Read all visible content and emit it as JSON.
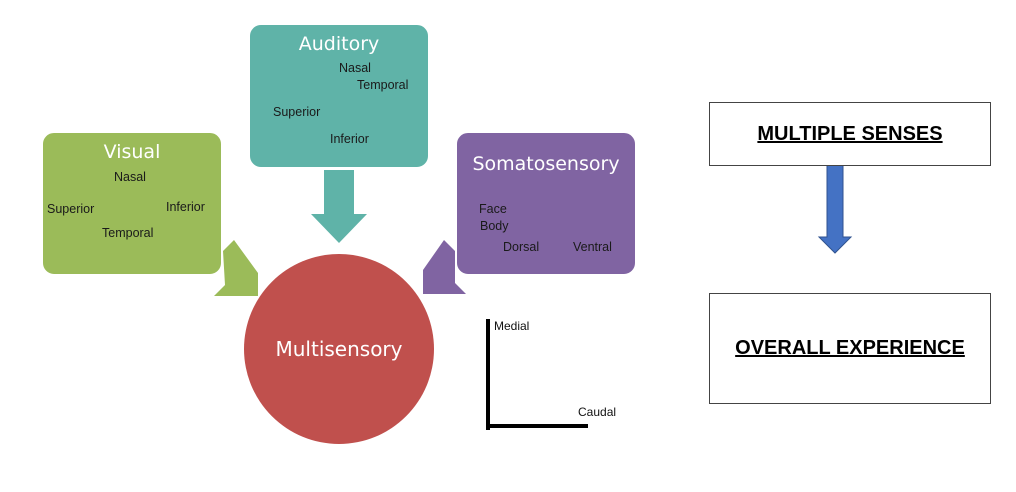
{
  "colors": {
    "visual": "#9bbb59",
    "auditory": "#5fb3a8",
    "somatosensory": "#8064a2",
    "multisensory": "#c0504d",
    "flow_arrow": "#4472c4"
  },
  "visual": {
    "title": "Visual",
    "labels": {
      "nasal": "Nasal",
      "superior": "Superior",
      "inferior": "Inferior",
      "temporal": "Temporal"
    }
  },
  "auditory": {
    "title": "Auditory",
    "labels": {
      "nasal": "Nasal",
      "temporal": "Temporal",
      "superior": "Superior",
      "inferior": "Inferior"
    }
  },
  "somatosensory": {
    "title": "Somatosensory",
    "labels": {
      "face": "Face",
      "body": "Body",
      "dorsal": "Dorsal",
      "ventral": "Ventral"
    }
  },
  "multisensory": {
    "label": "Multisensory"
  },
  "axes": {
    "vertical": "Medial",
    "horizontal": "Caudal"
  },
  "flow": {
    "top": "MULTIPLE SENSES",
    "bottom": "OVERALL EXPERIENCE"
  }
}
